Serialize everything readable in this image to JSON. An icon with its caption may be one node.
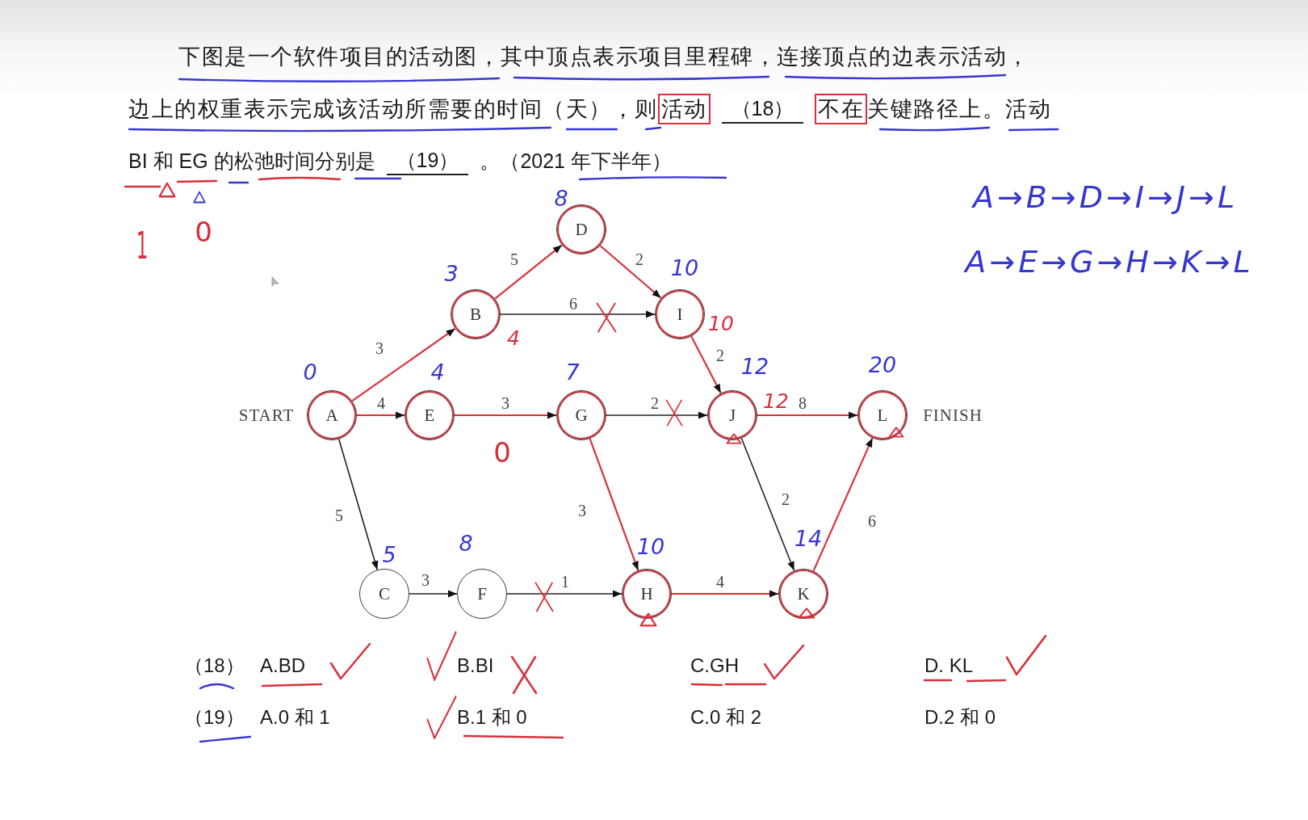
{
  "diagram": {
    "nodes": [
      {
        "text": [
          "D"
        ],
        "beside": [
          "8"
        ]
      },
      {
        "text": [
          "B"
        ],
        "beside": [
          "3",
          "4"
        ]
      },
      {
        "text": [
          "I"
        ],
        "beside": [
          "10",
          "10"
        ]
      },
      {
        "text": [
          "A"
        ],
        "beside": [
          "0",
          "START"
        ]
      },
      {
        "text": [
          "E"
        ],
        "beside": [
          "4"
        ]
      },
      {
        "text": [
          "G"
        ],
        "beside": [
          "7"
        ]
      },
      {
        "text": [
          "J"
        ],
        "beside": [
          "12",
          "12"
        ]
      },
      {
        "text": [
          "L"
        ],
        "beside": [
          "20",
          "FINISH"
        ]
      },
      {
        "text": [
          "C"
        ],
        "beside": [
          "5"
        ]
      },
      {
        "text": [
          "F"
        ],
        "beside": [
          "8"
        ]
      },
      {
        "text": [
          "H"
        ],
        "beside": [
          "10"
        ]
      },
      {
        "text": [
          "K"
        ],
        "beside": [
          "14"
        ]
      }
    ],
    "edges": [
      {
        "from": 3,
        "to": 1,
        "arrow": "to",
        "label": "3"
      },
      {
        "from": 3,
        "to": 4,
        "arrow": "to",
        "label": "4"
      },
      {
        "from": 3,
        "to": 8,
        "arrow": "to",
        "label": "5",
        "color": "#222222"
      },
      {
        "from": 1,
        "to": 0,
        "arrow": "to",
        "label": "5"
      },
      {
        "from": 1,
        "to": 2,
        "arrow": "to",
        "label": "6",
        "color": "#222222"
      },
      {
        "from": 0,
        "to": 2,
        "arrow": "to",
        "label": "2"
      },
      {
        "from": 4,
        "to": 5,
        "arrow": "to",
        "label": "3"
      },
      {
        "from": 5,
        "to": 6,
        "arrow": "to",
        "label": "2",
        "color": "#222222"
      },
      {
        "from": 5,
        "to": 10,
        "arrow": "to",
        "label": "3"
      },
      {
        "from": 2,
        "to": 6,
        "arrow": "to",
        "label": "2"
      },
      {
        "from": 6,
        "to": 7,
        "arrow": "to",
        "label": "8"
      },
      {
        "from": 6,
        "to": 11,
        "arrow": "to",
        "label": "2",
        "color": "#222222"
      },
      {
        "from": 8,
        "to": 9,
        "arrow": "to",
        "label": "3",
        "color": "#222222"
      },
      {
        "from": 9,
        "to": 10,
        "arrow": "to",
        "label": "1",
        "color": "#222222"
      },
      {
        "from": 10,
        "to": 11,
        "arrow": "to",
        "label": "4"
      },
      {
        "from": 11,
        "to": 7,
        "arrow": "to",
        "label": "6"
      }
    ],
    "labels": [
      "下图是一个软件项目的活动图，其中顶点表示项目里程碑，连接顶点的边表示活动，",
      "边上的权重表示完成该活动所需要的时间（天），则",
      "活动",
      "（18）",
      "不在",
      "关键路径上。活动",
      "BI 和 EG 的松弛时间分别是",
      "（19）",
      "。（2021 年下半年）",
      "A→B→D→I→J→L",
      "1",
      "0",
      "A→E→G→H→K→L",
      "0",
      "（18）",
      "A.BD",
      "B.BI",
      "C.GH",
      "D. KL",
      "（19）",
      "A.0 和 1",
      "B.1 和 0",
      "C.0 和 2",
      "D.2 和 0"
    ]
  }
}
